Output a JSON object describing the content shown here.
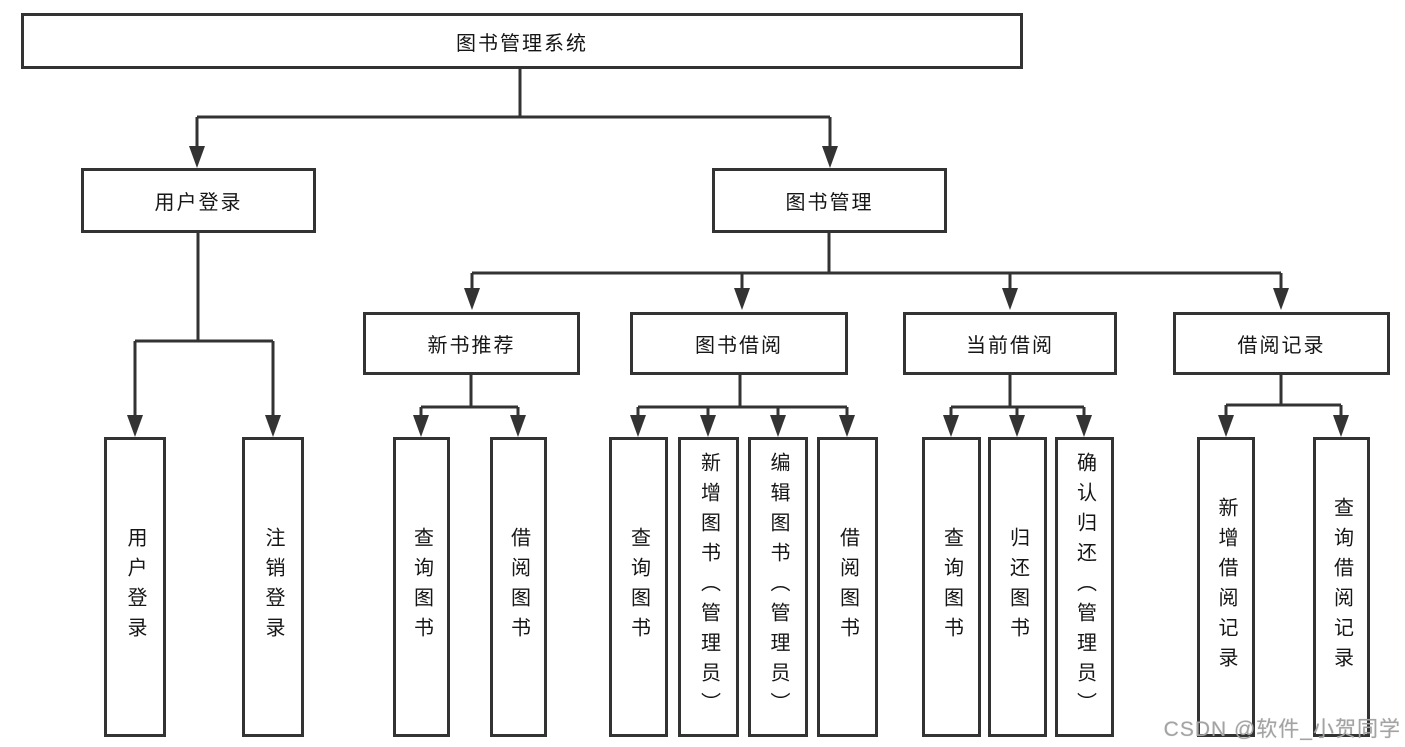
{
  "diagram": {
    "type": "hierarchy",
    "title": "图书管理系统",
    "watermark": "CSDN @软件_小贺同学",
    "nodes": {
      "root": {
        "label": "图书管理系统",
        "children": [
          "user_login",
          "book_mgmt"
        ]
      },
      "user_login": {
        "label": "用户登录",
        "children": [
          "leaf_user_login",
          "leaf_logout"
        ]
      },
      "book_mgmt": {
        "label": "图书管理",
        "children": [
          "new_book_rec",
          "book_borrow",
          "current_borrow",
          "borrow_records"
        ]
      },
      "new_book_rec": {
        "label": "新书推荐",
        "children": [
          "leaf_nb_query",
          "leaf_nb_borrow"
        ]
      },
      "book_borrow": {
        "label": "图书借阅",
        "children": [
          "leaf_bb_query",
          "leaf_bb_add",
          "leaf_bb_edit",
          "leaf_bb_borrow"
        ]
      },
      "current_borrow": {
        "label": "当前借阅",
        "children": [
          "leaf_cb_query",
          "leaf_cb_return",
          "leaf_cb_confirm"
        ]
      },
      "borrow_records": {
        "label": "借阅记录",
        "children": [
          "leaf_br_add",
          "leaf_br_query"
        ]
      },
      "leaf_user_login": {
        "label": "用户登录"
      },
      "leaf_logout": {
        "label": "注销登录"
      },
      "leaf_nb_query": {
        "label": "查询图书"
      },
      "leaf_nb_borrow": {
        "label": "借阅图书"
      },
      "leaf_bb_query": {
        "label": "查询图书"
      },
      "leaf_bb_add": {
        "label": "新增图书（管理员）"
      },
      "leaf_bb_edit": {
        "label": "编辑图书（管理员）"
      },
      "leaf_bb_borrow": {
        "label": "借阅图书"
      },
      "leaf_cb_query": {
        "label": "查询图书"
      },
      "leaf_cb_return": {
        "label": "归还图书"
      },
      "leaf_cb_confirm": {
        "label": "确认归还（管理员）"
      },
      "leaf_br_add": {
        "label": "新增借阅记录"
      },
      "leaf_br_query": {
        "label": "查询借阅记录"
      }
    },
    "line_color": "#333333",
    "box_fill": "#ffffff",
    "text_color": "#161616"
  }
}
